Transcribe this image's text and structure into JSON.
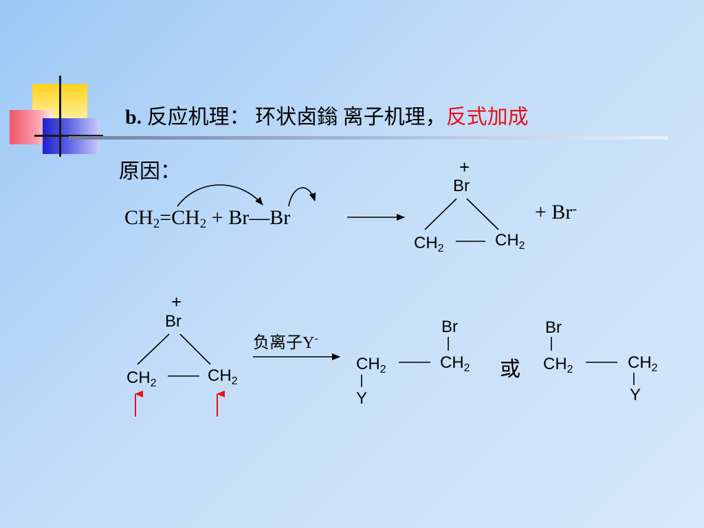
{
  "slide": {
    "title_prefix": "b.",
    "title_main": " 反应机理：  环状卤鎓 离子机理，",
    "title_highlight": "反式加成",
    "reason_label": "原因：",
    "colors": {
      "highlight": "#e8101a",
      "logo_yellow": "#ffd21a",
      "logo_red": "#f0556a",
      "logo_blue": "#2a2fd0",
      "arrow_red": "#e8101a"
    }
  },
  "equation1": {
    "reactant_a": "CH",
    "sub_a": "2",
    "bond": "=CH",
    "sub_b": "2",
    "plus": "+",
    "reactant_b": "Br—Br",
    "product_plus_charge": "+",
    "product_br": "Br",
    "product_ch_left": "CH",
    "product_ch_left_sub": "2",
    "product_ch_right": "CH",
    "product_ch_right_sub": "2",
    "byproduct_plus": "+",
    "byproduct": "Br",
    "byproduct_charge": "-"
  },
  "equation2": {
    "reactant_plus_charge": "+",
    "reactant_br": "Br",
    "reactant_ch_left": "CH",
    "reactant_ch_left_sub": "2",
    "reactant_ch_right": "CH",
    "reactant_ch_right_sub": "2",
    "reagent_label": "负离子Y",
    "reagent_charge": "-",
    "product1": {
      "br": "Br",
      "ch_left": "CH",
      "ch_left_sub": "2",
      "ch_right": "CH",
      "ch_right_sub": "2",
      "y": "Y"
    },
    "or_label": "或",
    "product2": {
      "br": "Br",
      "ch_left": "CH",
      "ch_left_sub": "2",
      "ch_right": "CH",
      "ch_right_sub": "2",
      "y": "Y"
    }
  }
}
